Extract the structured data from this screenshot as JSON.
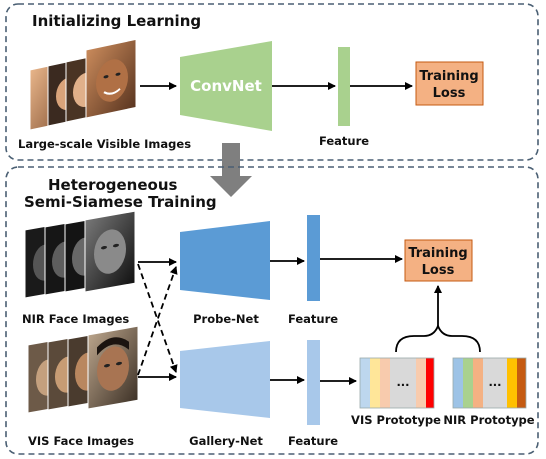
{
  "top_panel": {
    "title": "Initializing Learning",
    "input_caption": "Large-scale Visible Images",
    "network_label": "ConvNet",
    "feature_caption": "Feature",
    "loss_label_line1": "Training",
    "loss_label_line2": "Loss"
  },
  "bottom_panel": {
    "title_line1": "Heterogeneous",
    "title_line2": "Semi-Siamese Training",
    "nir_caption": "NIR Face Images",
    "vis_caption": "VIS Face Images",
    "probe_net_caption": "Probe-Net",
    "gallery_net_caption": "Gallery-Net",
    "probe_feature_caption": "Feature",
    "gallery_feature_caption": "Feature",
    "loss_label_line1": "Training",
    "loss_label_line2": "Loss",
    "vis_prototype_caption": "VIS Prototype",
    "nir_prototype_caption": "NIR Prototype",
    "ellipsis": "..."
  },
  "colors": {
    "panel_border": "#4a5f73",
    "convnet_green": "#a9d18e",
    "loss_orange": "#f4b183",
    "probe_blue": "#5b9bd5",
    "gallery_blue": "#a8c8ea",
    "transition_arrow": "#7f7f7f",
    "vis_prototype_bands": [
      "#bdd7ee",
      "#ffe699",
      "#f8cbad",
      "#d9d9d9",
      "#f8cbad",
      "#ff0000"
    ],
    "nir_prototype_bands": [
      "#9dc3e6",
      "#a9d18e",
      "#f4b183",
      "#d9d9d9",
      "#ffc000",
      "#c55a11"
    ]
  }
}
